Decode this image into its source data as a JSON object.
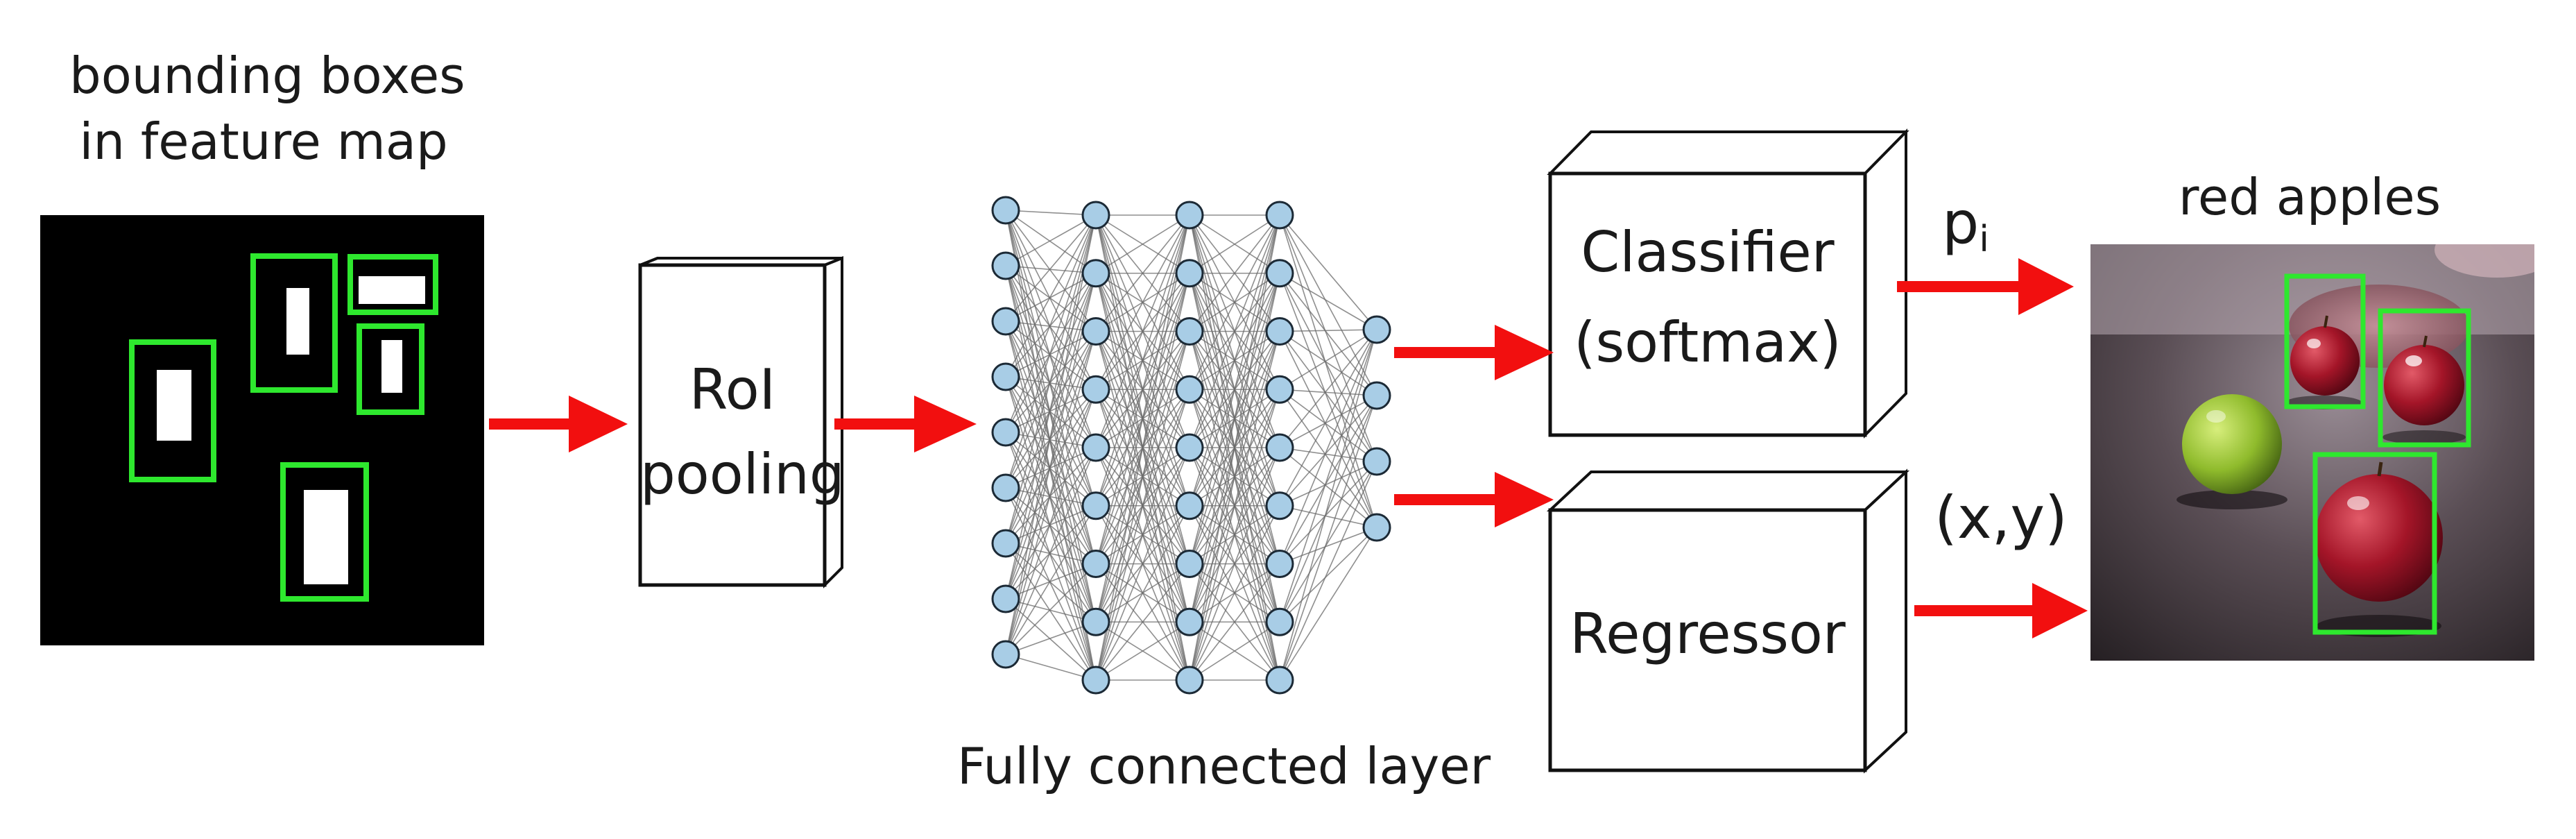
{
  "feature_map": {
    "title_line1": "bounding boxes",
    "title_line2": "in feature map",
    "background_color": "#000000",
    "box_color": "#2ee82e",
    "region_color": "#ffffff"
  },
  "roi_pooling": {
    "line1": "RoI",
    "line2": "pooling"
  },
  "fc_layer": {
    "label": "Fully connected layer",
    "node_fill": "#a8cde6",
    "layer_sizes": [
      9,
      9,
      9,
      9,
      4
    ]
  },
  "classifier": {
    "line1": "Classifier",
    "line2": "(softmax)",
    "output_base": "p",
    "output_sub": "i"
  },
  "regressor": {
    "line1": "Regressor",
    "output": "(x,y)"
  },
  "result": {
    "title": "red apples",
    "box_color": "#2ee82e"
  },
  "arrow_color": "#f20f0f"
}
